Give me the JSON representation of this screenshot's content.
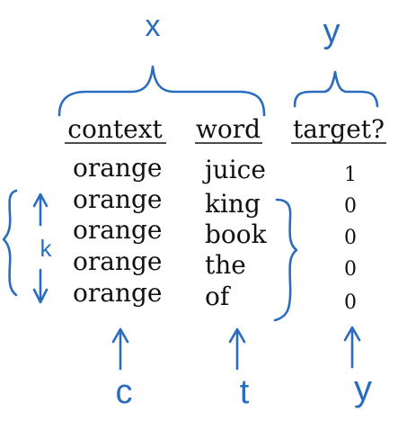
{
  "labels": {
    "x": "x",
    "y": "y",
    "k": "k",
    "c": "c",
    "t": "t",
    "y_bottom": "y"
  },
  "headers": {
    "context": "context",
    "word": "word",
    "target": "target?"
  },
  "rows": [
    {
      "context": "orange",
      "word": "juice",
      "target": "1"
    },
    {
      "context": "orange",
      "word": "king",
      "target": "0"
    },
    {
      "context": "orange",
      "word": "book",
      "target": "0"
    },
    {
      "context": "orange",
      "word": "the",
      "target": "0"
    },
    {
      "context": "orange",
      "word": "of",
      "target": "0"
    }
  ],
  "colors": {
    "annotation": "#2a6cc0",
    "text": "#111111",
    "background": "#ffffff"
  }
}
